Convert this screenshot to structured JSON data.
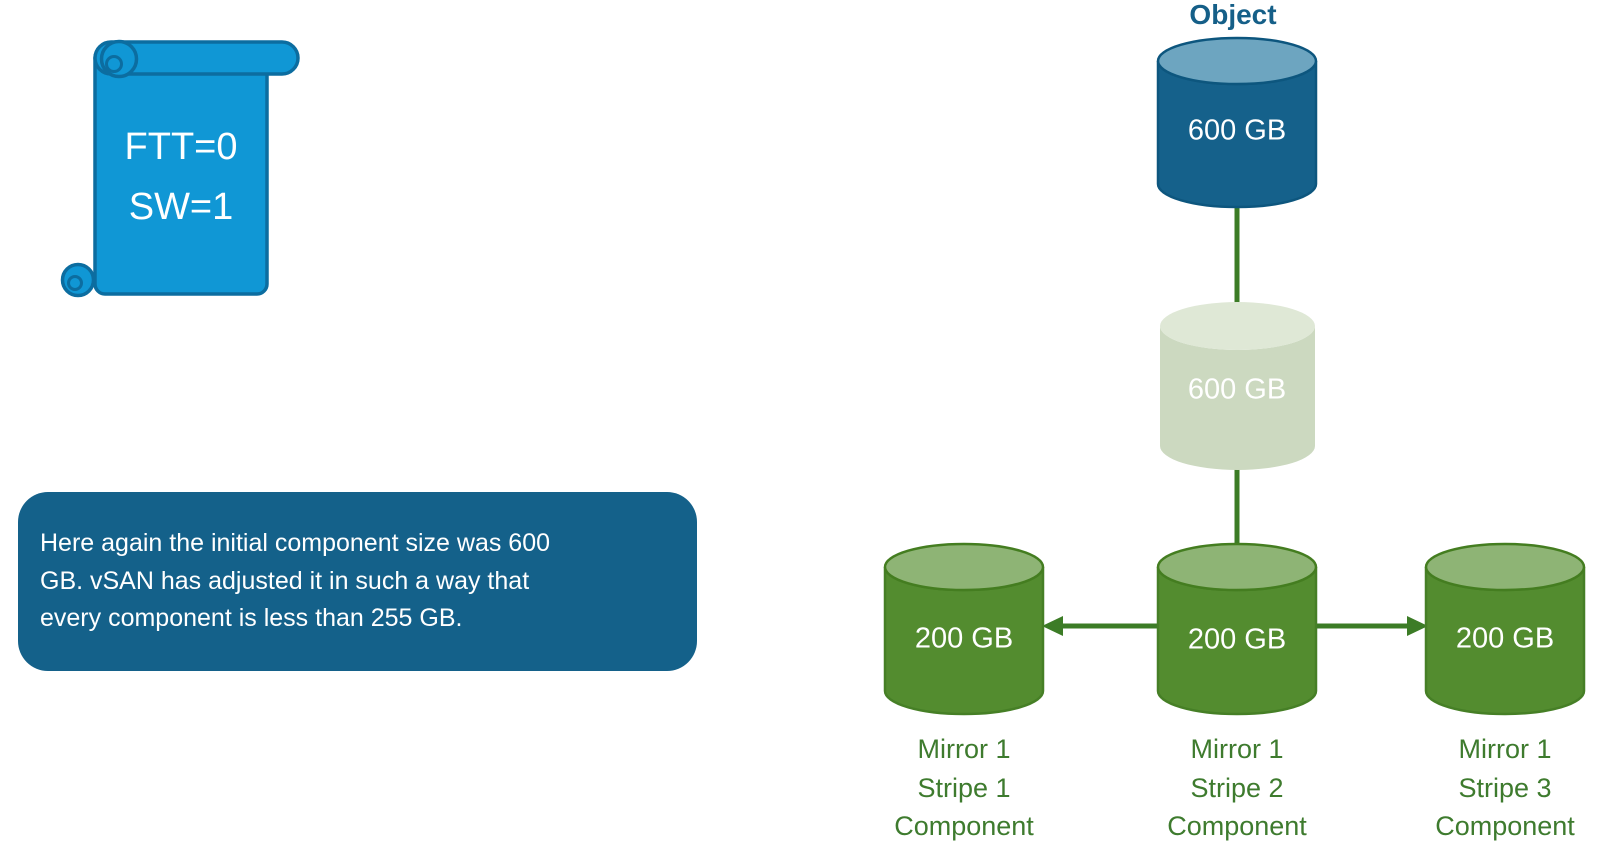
{
  "policy_note": {
    "lines": [
      "FTT=0",
      "SW=1"
    ]
  },
  "callout": {
    "lines": [
      "Here again the initial component size was 600",
      "GB. vSAN has adjusted it in such a way that",
      "every component is less than 255 GB."
    ]
  },
  "diagram": {
    "object_label": "Object",
    "object_size": "600 GB",
    "intermediate_size": "600 GB",
    "components": [
      {
        "size": "200 GB",
        "label_lines": [
          "Mirror 1",
          "Stripe 1",
          "Component"
        ]
      },
      {
        "size": "200 GB",
        "label_lines": [
          "Mirror 1",
          "Stripe 2",
          "Component"
        ]
      },
      {
        "size": "200 GB",
        "label_lines": [
          "Mirror 1",
          "Stripe 3",
          "Component"
        ]
      }
    ]
  },
  "colors": {
    "scroll_fill": "#1097d5",
    "scroll_stroke": "#0c6da0",
    "callout_bg": "#14618a",
    "object_cylinder_body": "#15618b",
    "object_cylinder_top": "#6da5c0",
    "intermediate_cylinder_body": "#ccd9c0",
    "intermediate_cylinder_top": "#dfe8d6",
    "component_cylinder_body": "#538c2f",
    "component_cylinder_top": "#8eb475",
    "connector_green": "#3c7c26",
    "label_green": "#3e7b2e",
    "object_label_blue": "#155f88",
    "text_white": "#ffffff"
  }
}
